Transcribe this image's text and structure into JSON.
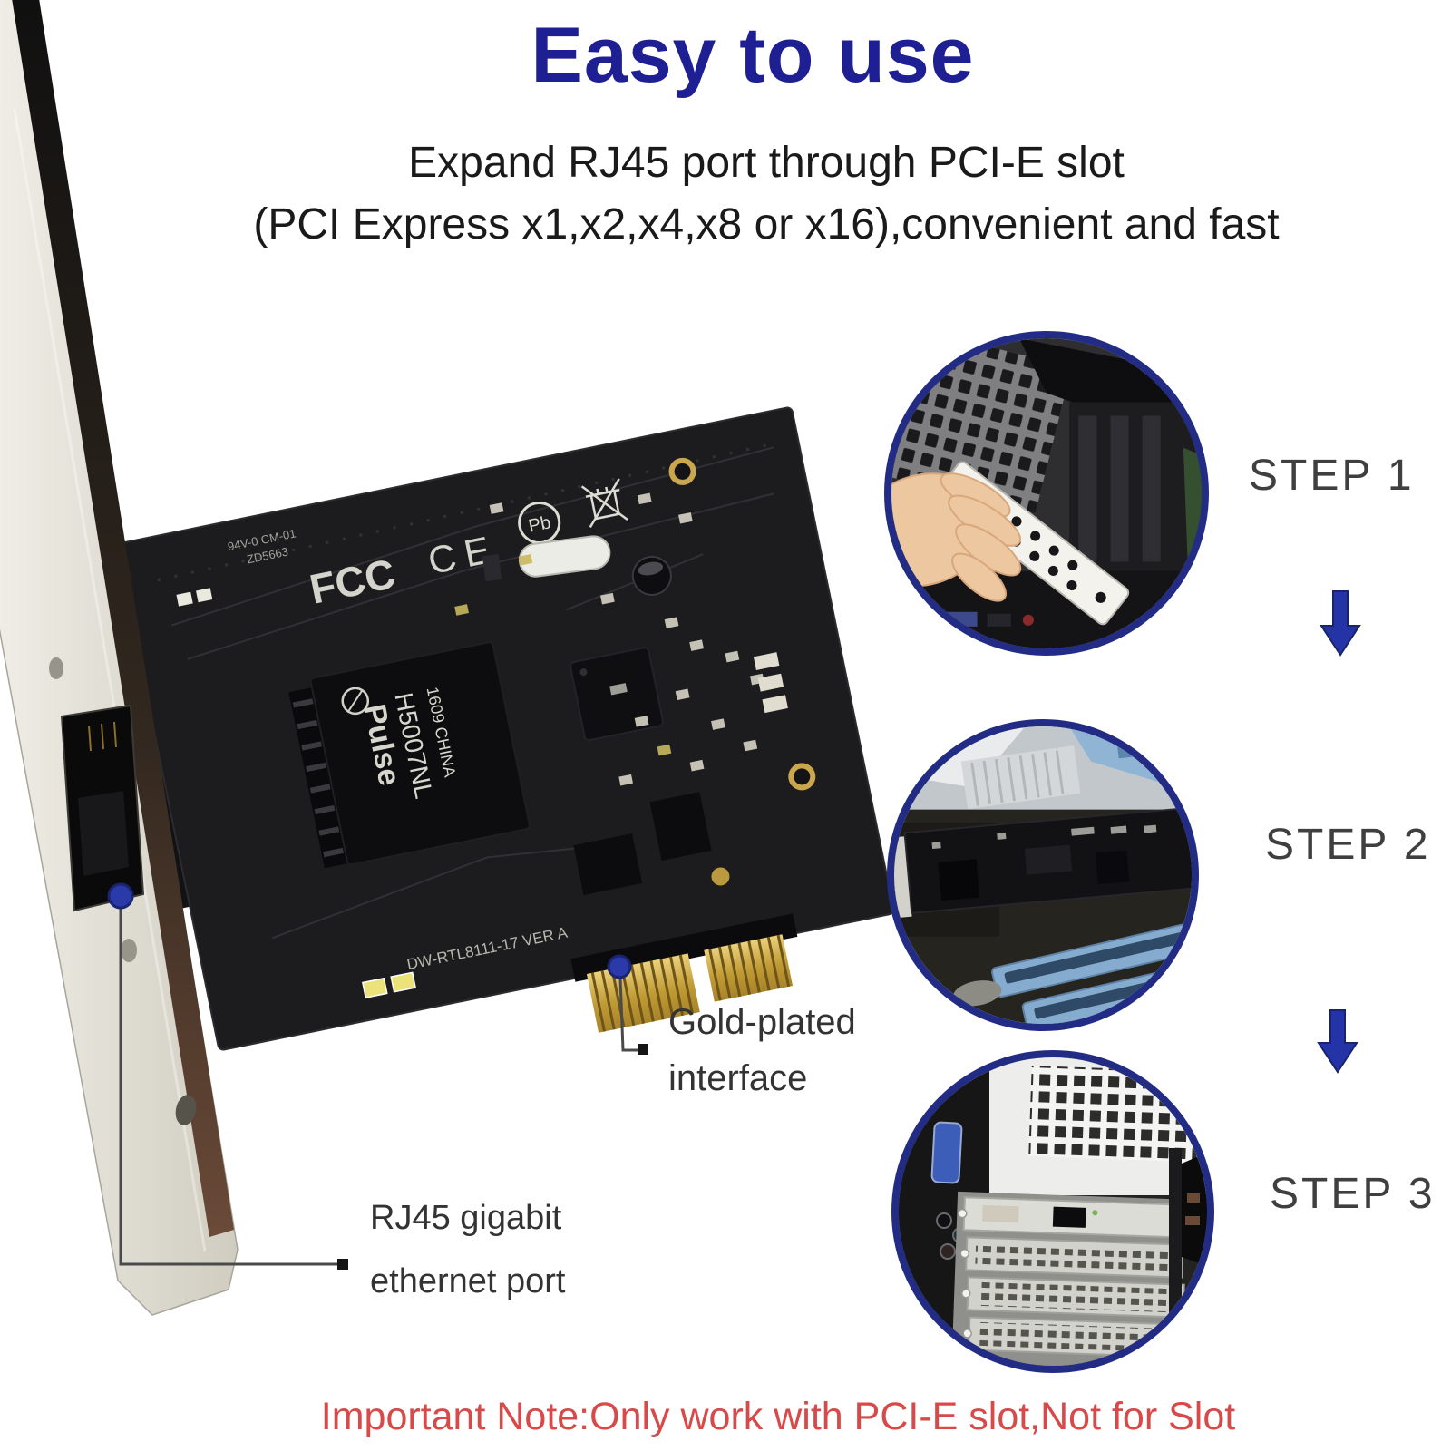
{
  "header": {
    "title": "Easy to use",
    "subtitle_line1": "Expand RJ45 port through PCI-E slot",
    "subtitle_line2": "(PCI Express x1,x2,x4,x8 or x16),convenient and fast"
  },
  "steps": [
    {
      "label": "STEP 1"
    },
    {
      "label": "STEP 2"
    },
    {
      "label": "STEP 3"
    }
  ],
  "callouts": {
    "gold_plated": {
      "line1": "Gold-plated",
      "line2": "interface"
    },
    "rj45": {
      "line1": "RJ45 gigabit",
      "line2": "ethernet port"
    }
  },
  "note": {
    "text": "Important Note:Only work with PCI-E slot,Not for Slot"
  },
  "card_markings": {
    "ul_marking": "94V-0 CM-01",
    "serial": "ZD5663",
    "fcc": "FCC",
    "ce": "CE",
    "pb": "Pb",
    "transformer_brand": "Pulse",
    "transformer_model": "H5007NL",
    "transformer_origin": "1609 CHINA",
    "silkscreen": "DW-RTL8111-17 VER A"
  },
  "colors": {
    "title_blue": "#1d1f93",
    "circle_border": "#222c85",
    "arrow_blue": "#2433a5",
    "pointer_dot_blue": "#2a3aa8",
    "note_red": "#d84a4a",
    "step_label_gray": "#3f3f3f",
    "callout_text": "#333333",
    "gold": "#c9a23c",
    "pcb_black": "#1c1c1e",
    "bracket_silver": "#ddd9cd"
  }
}
